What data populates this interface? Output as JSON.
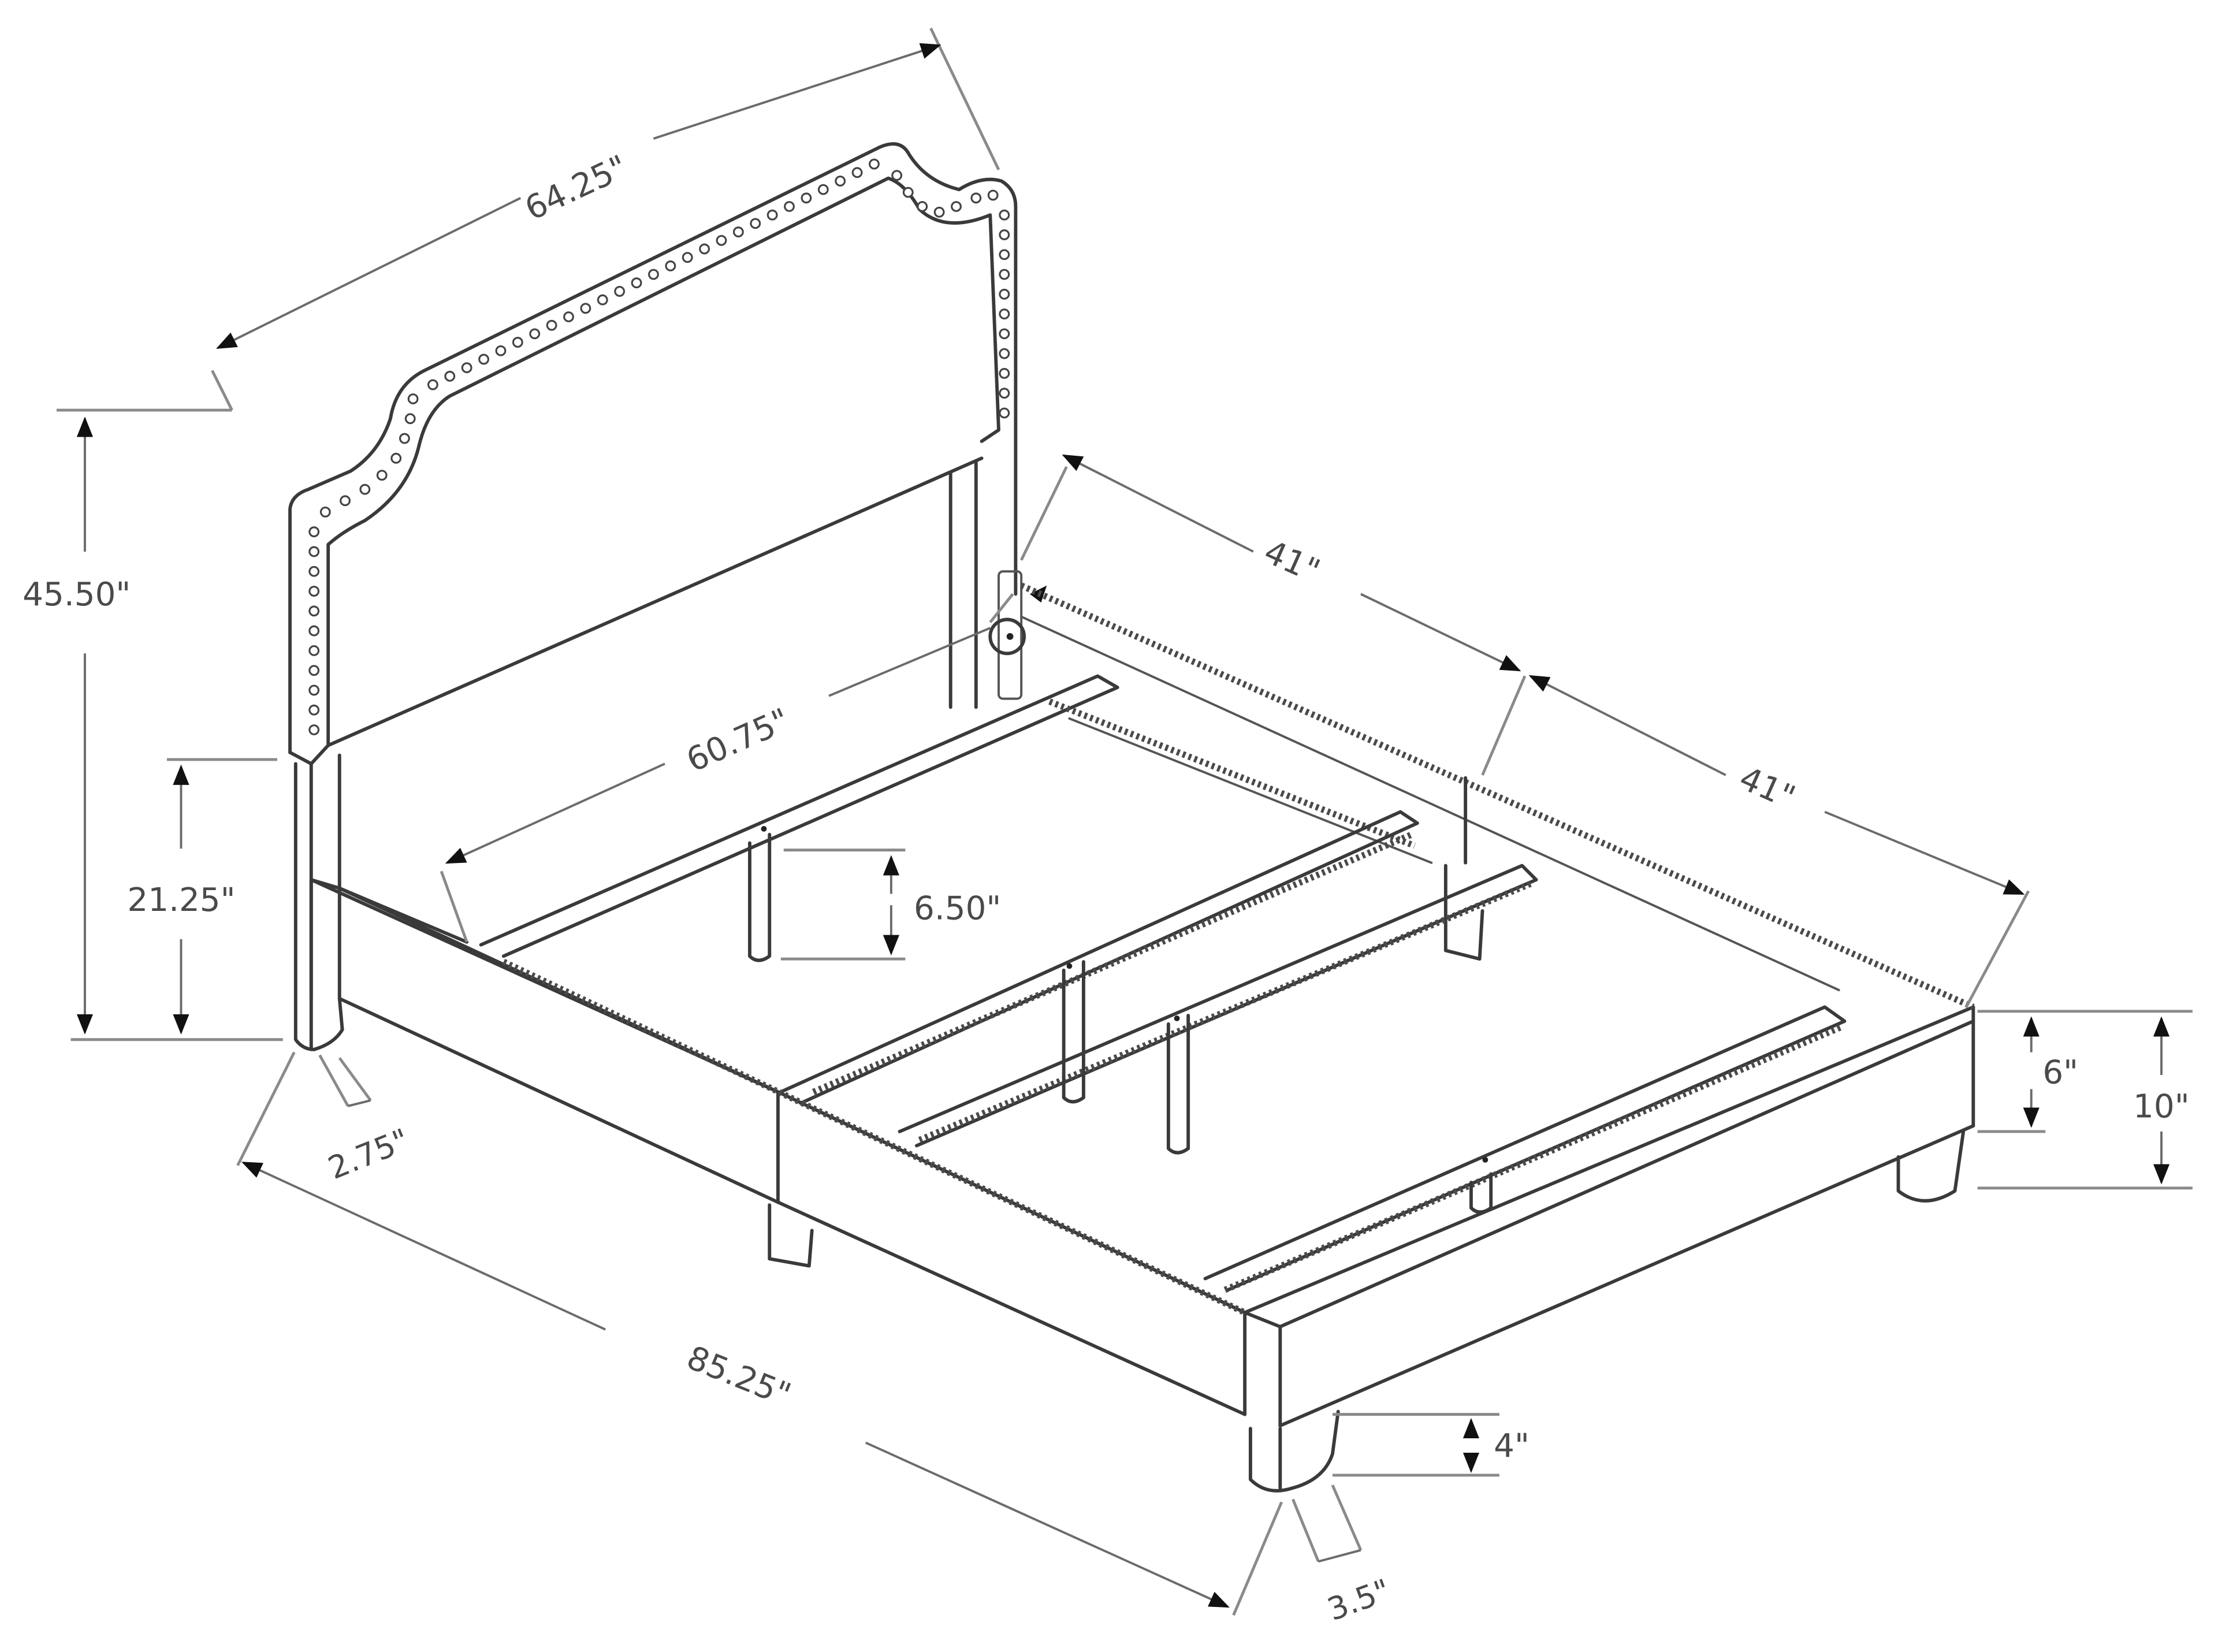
{
  "figure": {
    "subject": "Upholstered bed frame with nailhead-trim headboard",
    "units": "inches",
    "line_color": "#3a3a3a",
    "background": "#ffffff"
  },
  "dimensions": {
    "headboard_width": "64.25\"",
    "total_height": "45.50\"",
    "headboard_leg_height": "21.25\"",
    "headboard_leg_width": "2.75\"",
    "inner_width": "60.75\"",
    "center_support_leg": "6.50\"",
    "side_rail_front_half": "41\"",
    "side_rail_back_half": "41\"",
    "rail_height": "6\"",
    "footboard_height": "10\"",
    "overall_length": "85.25\"",
    "foot_leg_height": "4\"",
    "foot_leg_width": "3.5\""
  }
}
